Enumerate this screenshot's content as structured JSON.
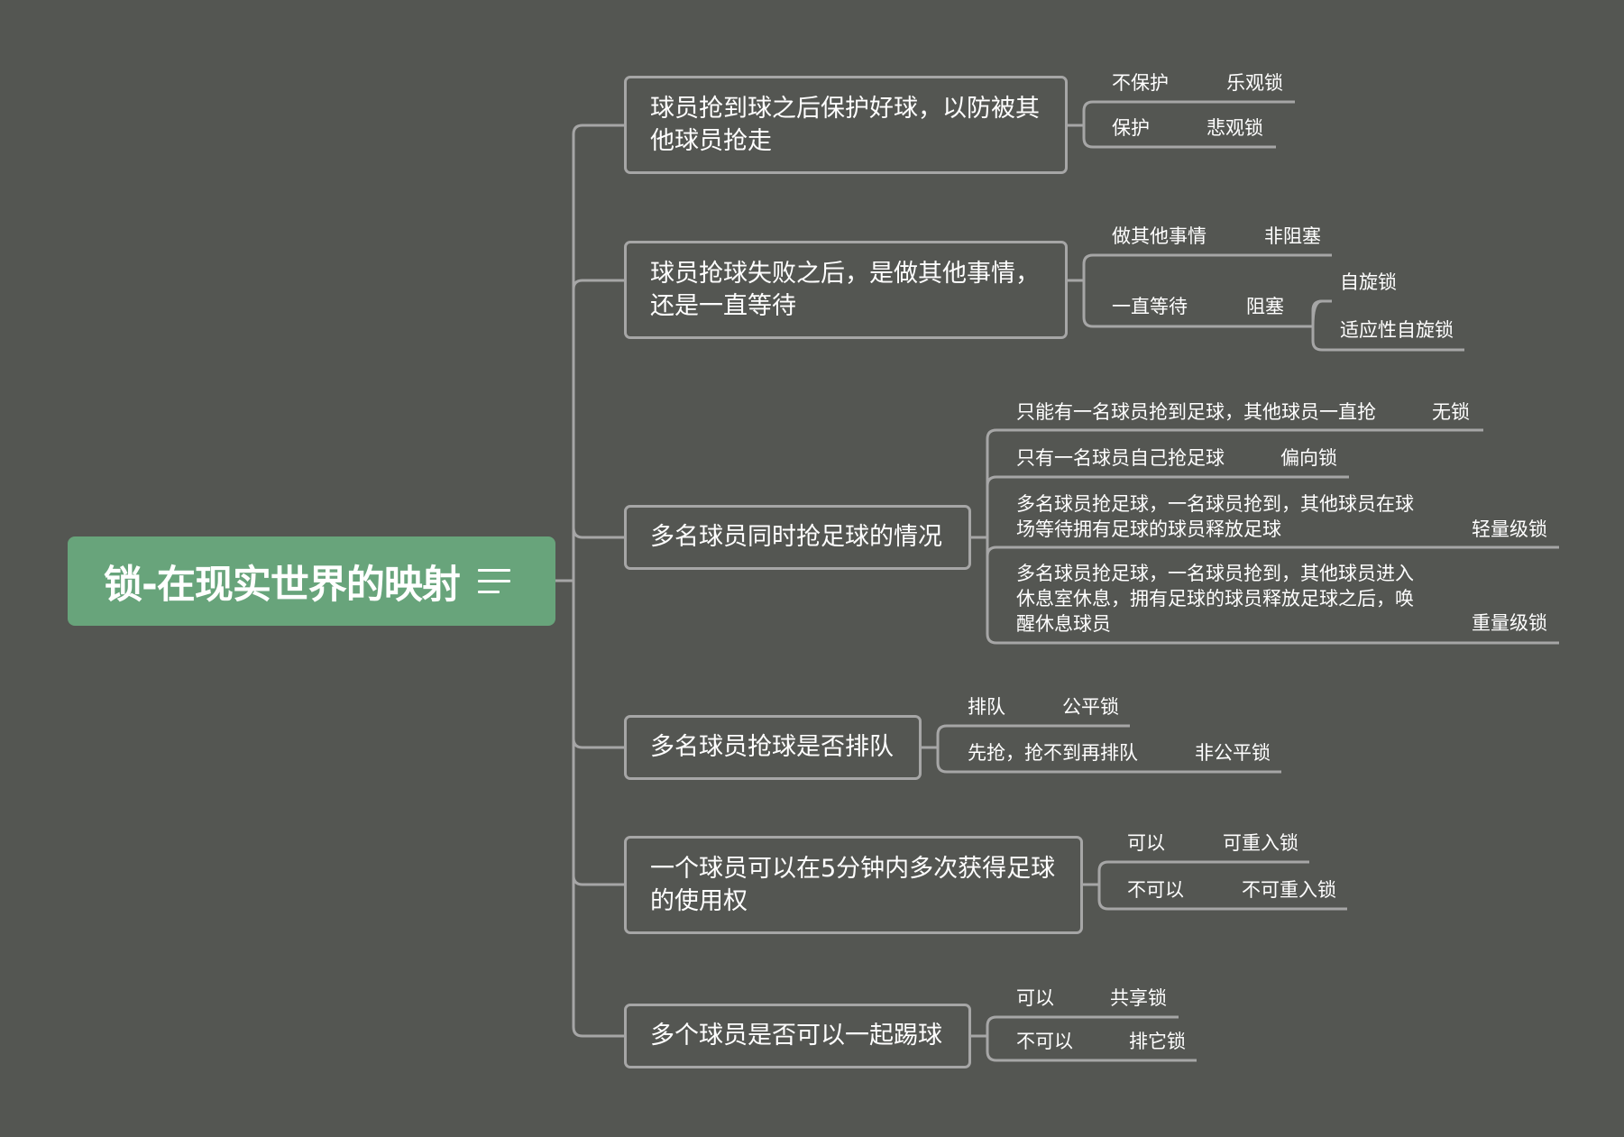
{
  "root": {
    "title": "锁-在现实世界的映射",
    "icon": "notes-icon"
  },
  "branches": [
    {
      "text": "球员抢到球之后保护好球，以防被其他球员抢走",
      "children": [
        {
          "text": "不保护",
          "result": "乐观锁"
        },
        {
          "text": "保护",
          "result": "悲观锁"
        }
      ]
    },
    {
      "text": "球员抢球失败之后，是做其他事情，还是一直等待",
      "children": [
        {
          "text": "做其他事情",
          "result": "非阻塞"
        },
        {
          "text": "一直等待",
          "result": "阻塞",
          "sub": [
            "自旋锁",
            "适应性自旋锁"
          ]
        }
      ]
    },
    {
      "text": "多名球员同时抢足球的情况",
      "children": [
        {
          "text": "只能有一名球员抢到足球，其他球员一直抢",
          "result": "无锁"
        },
        {
          "text": "只有一名球员自己抢足球",
          "result": "偏向锁"
        },
        {
          "text": "多名球员抢足球，一名球员抢到，其他球员在球场等待拥有足球的球员释放足球",
          "result": "轻量级锁"
        },
        {
          "text": "多名球员抢足球，一名球员抢到，其他球员进入休息室休息，拥有足球的球员释放足球之后，唤醒休息球员",
          "result": "重量级锁"
        }
      ]
    },
    {
      "text": "多名球员抢球是否排队",
      "children": [
        {
          "text": "排队",
          "result": "公平锁"
        },
        {
          "text": "先抢，抢不到再排队",
          "result": "非公平锁"
        }
      ]
    },
    {
      "text": "一个球员可以在5分钟内多次获得足球的使用权",
      "children": [
        {
          "text": "可以",
          "result": "可重入锁"
        },
        {
          "text": "不可以",
          "result": "不可重入锁"
        }
      ]
    },
    {
      "text": "多个球员是否可以一起踢球",
      "children": [
        {
          "text": "可以",
          "result": "共享锁"
        },
        {
          "text": "不可以",
          "result": "排它锁"
        }
      ]
    }
  ]
}
